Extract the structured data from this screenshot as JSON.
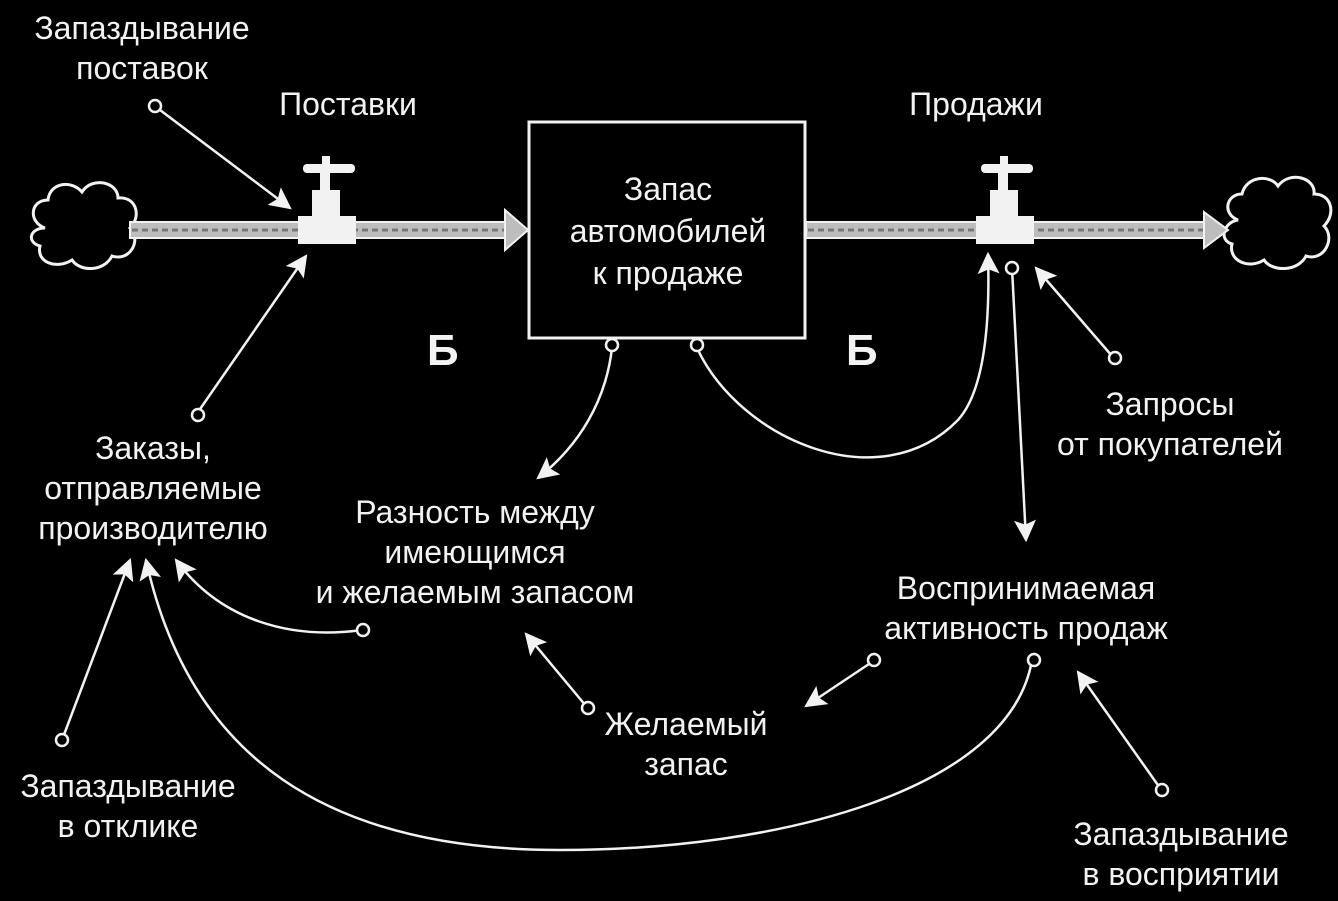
{
  "labels": {
    "supply_delay": [
      "Запаздывание",
      "поставок"
    ],
    "deliveries": "Поставки",
    "sales": "Продажи",
    "stock": [
      "Запас",
      "автомобилей",
      "к продаже"
    ],
    "balancing_left": "Б",
    "balancing_right": "Б",
    "orders": [
      "Заказы,",
      "отправляемые",
      "производителю"
    ],
    "gap": [
      "Разность между",
      "имеющимся",
      "и желаемым запасом"
    ],
    "customer_requests": [
      "Запросы",
      "от покупателей"
    ],
    "perceived_sales": [
      "Воспринимаемая",
      "активность продаж"
    ],
    "desired_stock": [
      "Желаемый",
      "запас"
    ],
    "response_delay": [
      "Запаздывание",
      "в отклике"
    ],
    "perception_delay": [
      "Запаздывание",
      "в восприятии"
    ]
  },
  "colors": {
    "background": "#000000",
    "foreground": "#f2f2f2"
  }
}
